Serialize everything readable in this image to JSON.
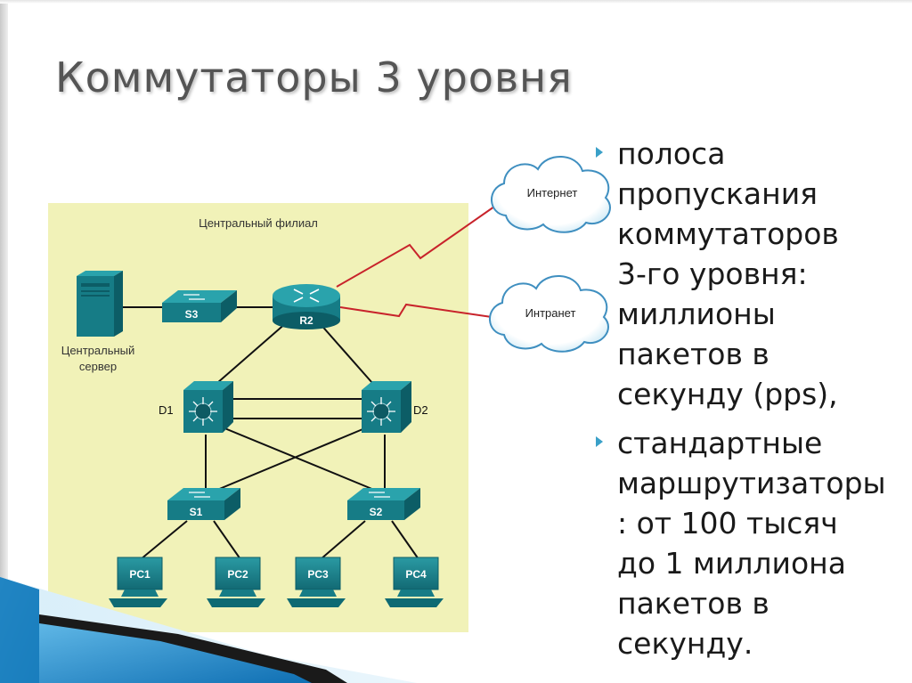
{
  "slide": {
    "title": "Коммутаторы 3 уровня"
  },
  "bullets": [
    {
      "text": "полоса\nпропускания\nкоммутаторов\n3-го уровня:\nмиллионы\nпакетов в\nсекунду (pps),"
    },
    {
      "text": "стандартные\nмаршрутизаторы\n: от 100 тысяч\nдо 1 миллиона\nпакетов в\nсекунду."
    }
  ],
  "diagram": {
    "area_label": "Центральный филиал",
    "server": {
      "label_line1": "Центральный",
      "label_line2": "сервер"
    },
    "switch_s3": "S3",
    "router_r2": "R2",
    "switch_d1": "D1",
    "switch_d2": "D2",
    "switch_s1": "S1",
    "switch_s2": "S2",
    "pcs": [
      "PC1",
      "PC2",
      "PC3",
      "PC4"
    ],
    "clouds": {
      "internet": "Интернет",
      "intranet": "Интранет"
    }
  },
  "colors": {
    "diagram_bg": "#f1f2b8",
    "device_teal": "#167c86",
    "device_top": "#2aa3ac",
    "wan_link": "#c8232b",
    "bullet_arrow": "#3aa0c8",
    "title_text": "#555555"
  }
}
